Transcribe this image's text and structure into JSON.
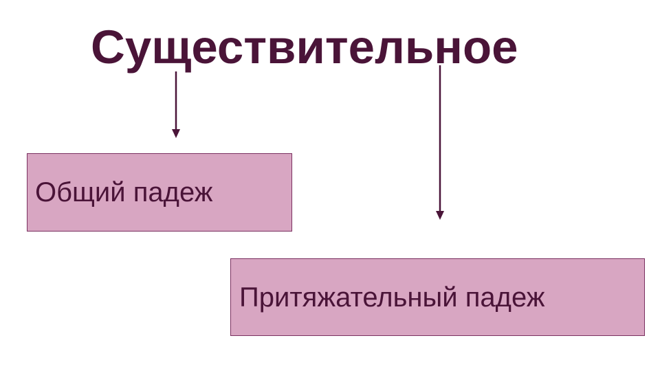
{
  "title": "Существительное",
  "boxes": {
    "common_case": "Общий падеж",
    "possessive_case": "Притяжательный падеж"
  },
  "colors": {
    "text": "#4a1438",
    "box_fill": "#d8a6c2",
    "box_border": "#7a3060"
  }
}
